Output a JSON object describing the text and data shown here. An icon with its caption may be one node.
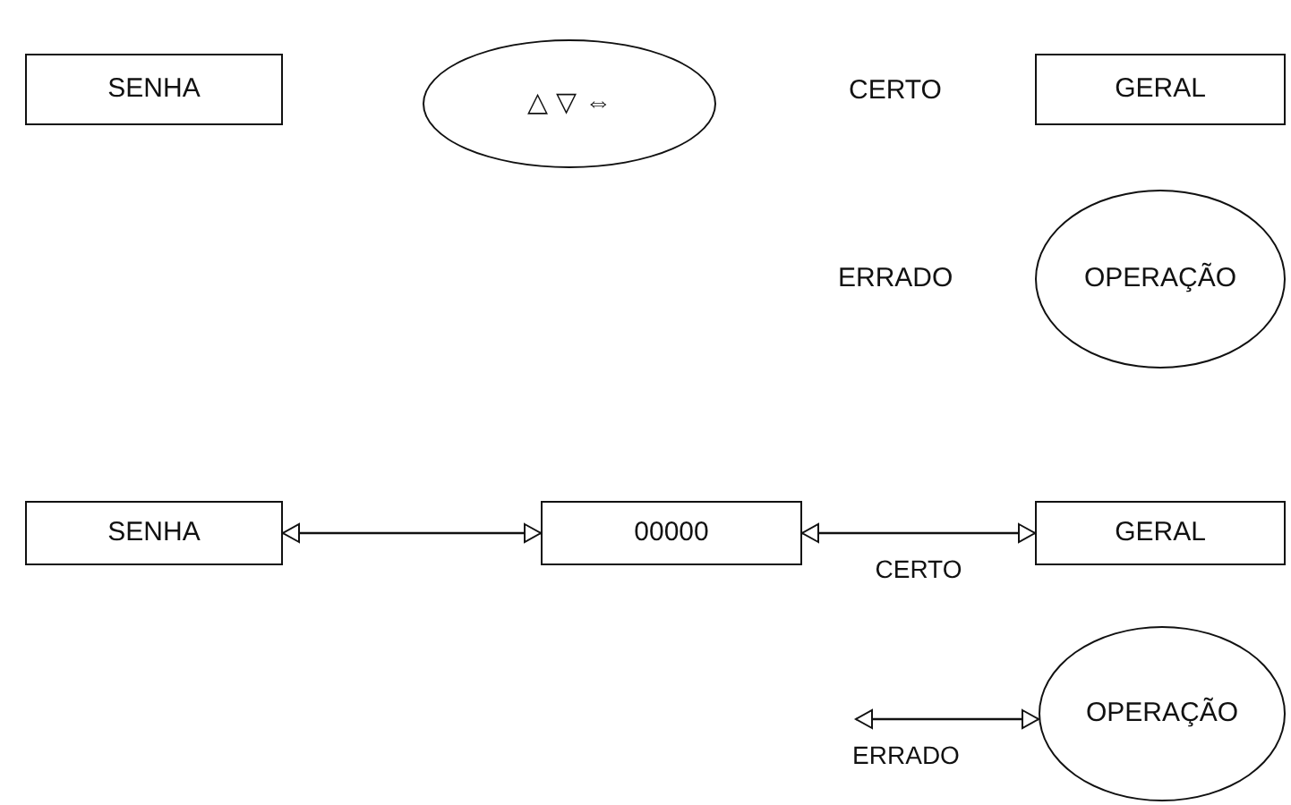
{
  "diagram": {
    "nodes": [
      {
        "text": [
          "SENHA"
        ]
      },
      {
        "text": [
          "△ ▽ ⇔"
        ]
      },
      {
        "text": [
          "GERAL"
        ]
      },
      {
        "text": [
          "OPERAÇÃO"
        ]
      },
      {
        "text": [
          "SENHA"
        ]
      },
      {
        "text": [
          "00000"
        ]
      },
      {
        "text": [
          "GERAL"
        ]
      },
      {
        "text": [
          "OPERAÇÃO"
        ]
      }
    ],
    "edges": [
      {
        "from": 4,
        "to": 5,
        "arrow": "both"
      },
      {
        "from": 5,
        "to": 6,
        "arrow": "both",
        "label": "CERTO"
      },
      {
        "from": null,
        "to": 7,
        "arrow": "both",
        "label": "ERRADO"
      }
    ],
    "labels": [
      "CERTO",
      "ERRADO"
    ]
  }
}
